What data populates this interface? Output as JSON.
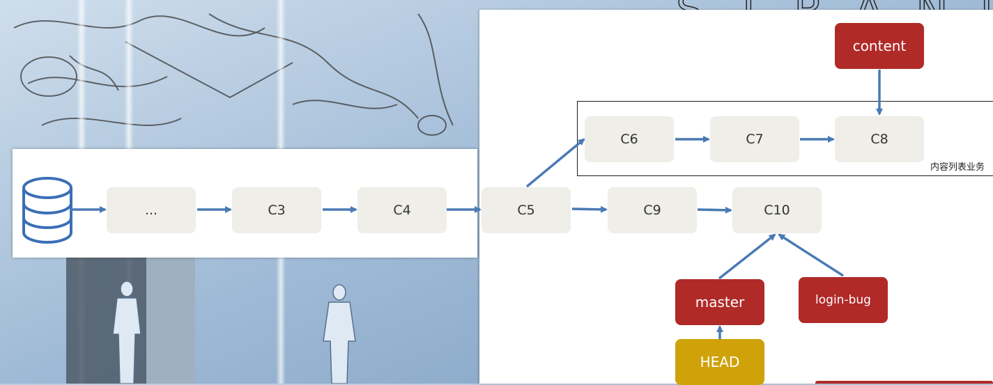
{
  "colors": {
    "node_fill": "#efeee8",
    "branch_tag": "#b02a28",
    "head_tag": "#cfa20a",
    "arrow": "#4a7ab5",
    "db_icon": "#3b6fb6"
  },
  "main_line": {
    "nodes": [
      "...",
      "C3",
      "C4",
      "C5",
      "C9",
      "C10"
    ]
  },
  "feature_branch": {
    "nodes": [
      "C6",
      "C7",
      "C8"
    ],
    "caption": "内容列表业务"
  },
  "labels": {
    "content": "content",
    "master": "master",
    "login_bug": "login-bug",
    "head": "HEAD"
  },
  "heading_fragment": "STRAND",
  "icons": {
    "repository": "database-icon"
  }
}
